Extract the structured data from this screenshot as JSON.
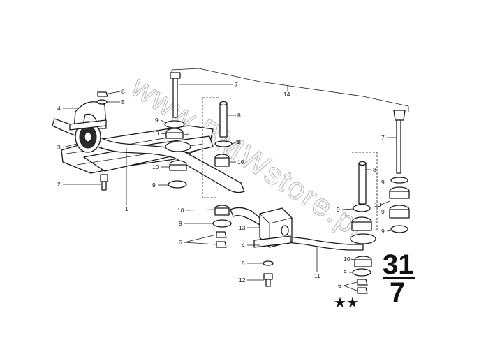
{
  "watermark": "www.BMWstore.pl",
  "group_number_top": "31",
  "group_number_bottom": "7",
  "stars": "★★",
  "labels": [
    "1",
    "2",
    "3",
    "4",
    "5",
    "6",
    "7",
    "8",
    "9",
    "9",
    "9",
    "10",
    "10",
    "14",
    "7",
    "8",
    "9",
    "10",
    "9",
    "10",
    "9",
    "6",
    "4",
    "5",
    "12",
    "13",
    "11",
    "9",
    "10",
    "9",
    "6",
    "10",
    "9",
    "9",
    "10"
  ]
}
